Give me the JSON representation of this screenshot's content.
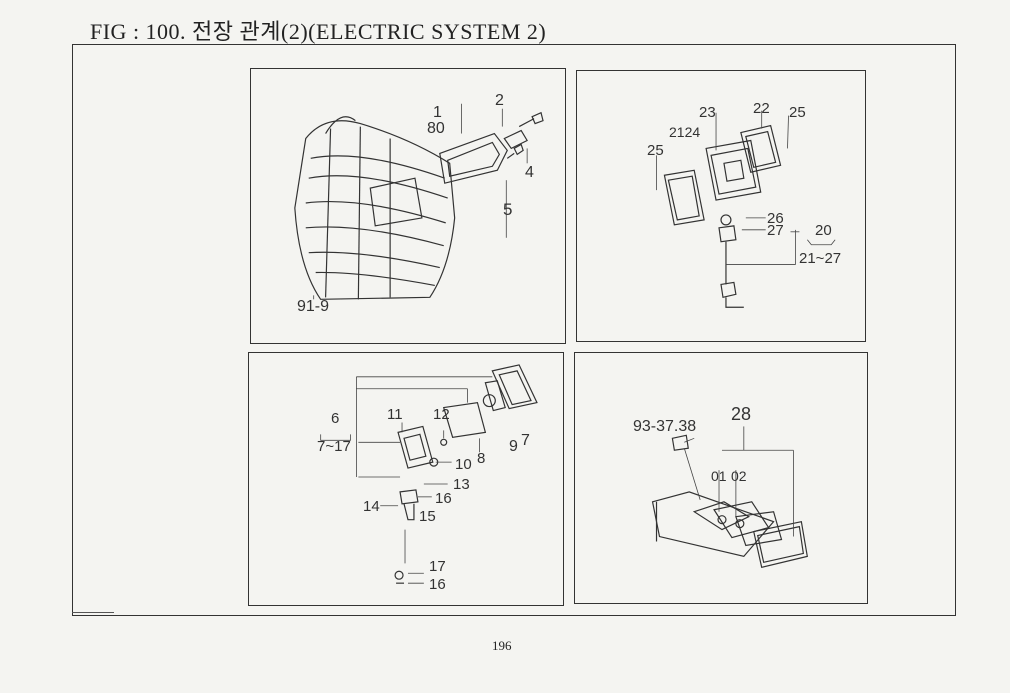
{
  "header": {
    "title": "FIG : 100. 전장 관계(2)(ELECTRIC SYSTEM 2)"
  },
  "panels": {
    "front": {
      "labels": {
        "l1": "1",
        "l80": "80",
        "l2": "2",
        "l4": "4",
        "l5": "5",
        "l919": "91-9"
      }
    },
    "light": {
      "labels": {
        "l23": "23",
        "l22": "22",
        "l25a": "25",
        "l2124": "2124",
        "l25b": "25",
        "l26": "26",
        "l27": "27",
        "l20": "20",
        "l2127": "21~27"
      }
    },
    "lamp": {
      "labels": {
        "l6": "6",
        "l717": "7~17",
        "l11": "11",
        "l12": "12",
        "l10": "10",
        "l8": "8",
        "l9": "9",
        "l7": "7",
        "l13": "13",
        "l16a": "16",
        "l14": "14",
        "l15": "15",
        "l17": "17",
        "l16b": "16"
      }
    },
    "switch": {
      "labels": {
        "l28": "28",
        "l9337": "93-37.38",
        "l01": "01",
        "l02": "02"
      }
    }
  },
  "footer": {
    "page_number": "196"
  }
}
